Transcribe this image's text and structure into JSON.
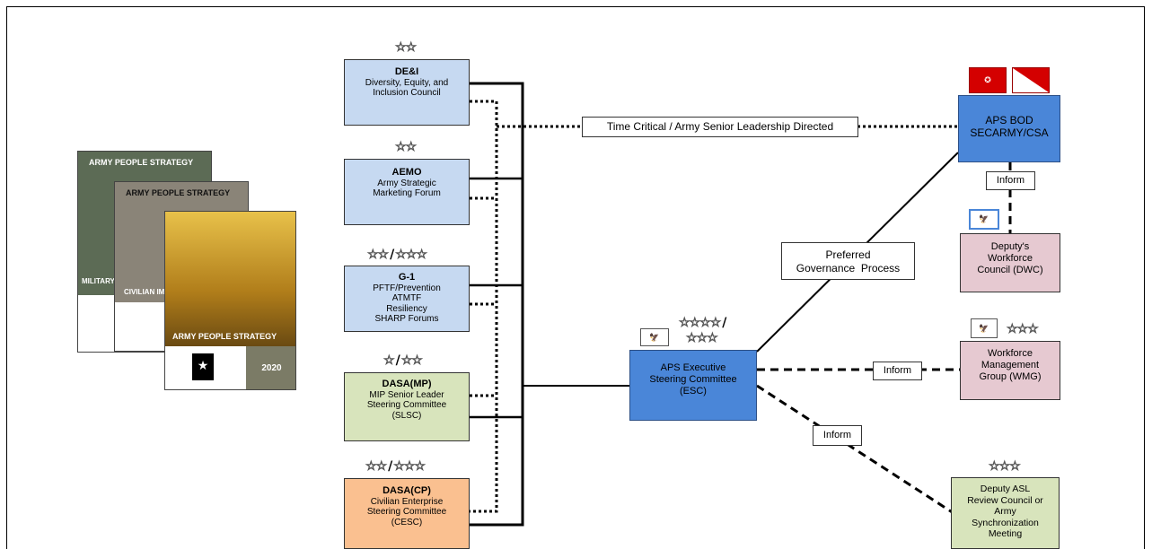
{
  "stars": {
    "dei": "☆☆",
    "aemo": "☆☆",
    "g1_a": "☆☆",
    "g1_b": "☆☆☆",
    "dasamp_a": "☆",
    "dasamp_b": "☆☆",
    "dasacp_a": "☆☆",
    "dasacp_b": "☆☆☆",
    "esc_a": "☆☆☆☆",
    "esc_b": "☆☆☆",
    "wmg": "☆☆☆",
    "asl": "☆☆☆"
  },
  "slash": "/",
  "boxes": {
    "dei": {
      "title": "DE&I",
      "lines": "Diversity, Equity, and Inclusion Council"
    },
    "aemo": {
      "title": "AEMO",
      "lines": "Army Strategic Marketing Forum"
    },
    "g1": {
      "title": "G-1",
      "l1": "PFTF/Prevention",
      "l2": "ATMTF",
      "l3": "Resiliency",
      "l4": "SHARP Forums"
    },
    "dasamp": {
      "title": "DASA(MP)",
      "l1": "MIP Senior Leader",
      "l2": "Steering Committee",
      "l3": "(SLSC)"
    },
    "dasacp": {
      "title": "DASA(CP)",
      "l1": "Civilian Enterprise",
      "l2": "Steering Committee",
      "l3": "(CESC)"
    },
    "esc": {
      "l1": "APS Executive",
      "l2": "Steering Committee",
      "l3": "(ESC)"
    },
    "bod": {
      "l1": "APS BOD",
      "l2": "SECARMY/CSA"
    },
    "dwc": {
      "l1": "Deputy's",
      "l2": "Workforce",
      "l3": "Council (DWC)"
    },
    "wmg": {
      "l1": "Workforce",
      "l2": "Management",
      "l3": "Group (WMG)"
    },
    "asl": {
      "l1": "Deputy ASL",
      "l2": "Review Council or",
      "l3": "Army",
      "l4": "Synchronization",
      "l5": "Meeting"
    }
  },
  "labels": {
    "time_critical": "Time Critical / Army Senior Leadership Directed",
    "preferred_1": "Preferred",
    "preferred_2": "Governance  Process",
    "inform_bod": "Inform",
    "inform_wmg": "Inform",
    "inform_asl": "Inform"
  },
  "covers": {
    "back": "ARMY PEOPLE STRATEGY",
    "back_sub": "MILITARY",
    "middle": "ARMY PEOPLE STRATEGY",
    "middle_sub": "CIVILIAN IM",
    "front": "ARMY PEOPLE STRATEGY",
    "front_year": "2020"
  },
  "colors": {
    "blue_box": "#c6d9f1",
    "green_box": "#d8e4bc",
    "orange_box": "#fac090",
    "pink_box": "#e6c9d1",
    "dark_blue_box": "#4a86d8",
    "flag_red": "#d40000"
  }
}
